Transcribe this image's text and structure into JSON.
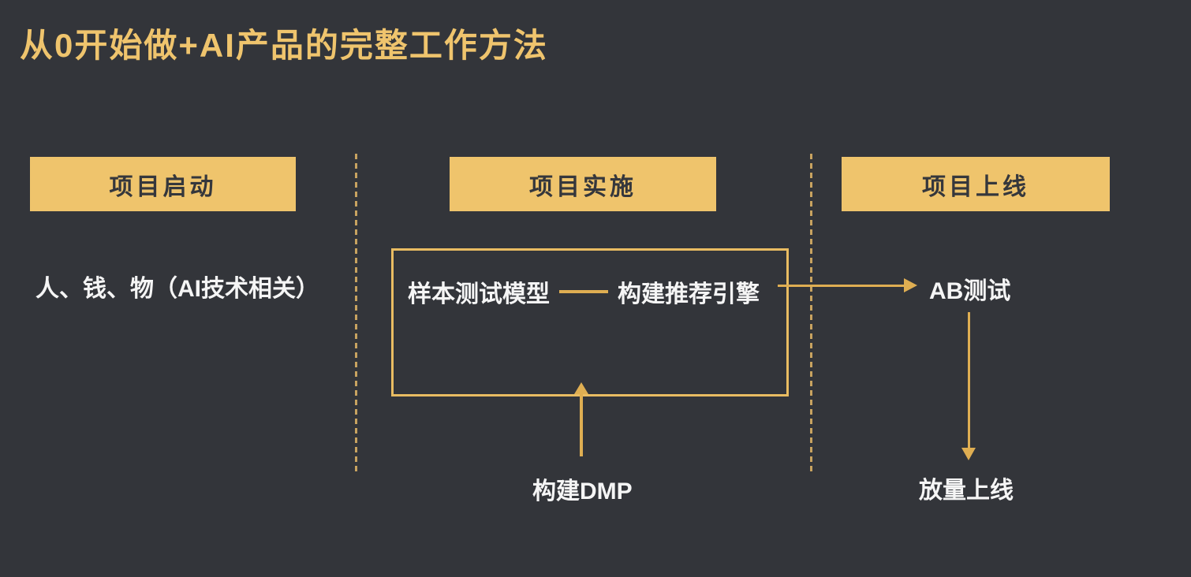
{
  "slide": {
    "title": "从0开始做+AI产品的完整工作方法"
  },
  "colors": {
    "background": "#33353A",
    "header_box_fill": "#EFC46C",
    "header_box_text": "#35373C",
    "accent_gold": "#DFAE52",
    "dashed_divider": "#C8A360",
    "body_text": "#F5F5F5"
  },
  "phases": [
    {
      "header": "项目启动",
      "note": "人、钱、物（AI技术相关）"
    },
    {
      "header": "项目实施",
      "box_step_1": "样本测试模型",
      "box_step_2": "构建推荐引擎",
      "input_label": "构建DMP"
    },
    {
      "header": "项目上线",
      "step_1": "AB测试",
      "step_2": "放量上线"
    }
  ]
}
